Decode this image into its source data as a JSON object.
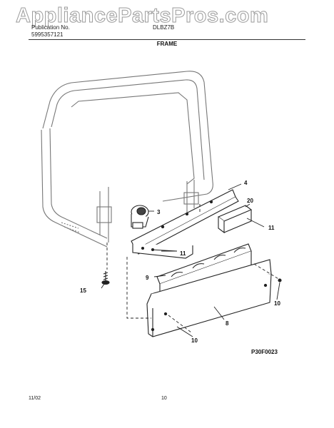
{
  "watermark": "AppliancePartsPros.com",
  "header": {
    "publication_label": "Publication No.",
    "publication_number": "5995357121",
    "model": "DLBZ7B",
    "section_title": "FRAME"
  },
  "callouts": {
    "c3": "3",
    "c4": "4",
    "c20": "20",
    "c11a": "11",
    "c11b": "11",
    "c9": "9",
    "c15": "15",
    "c10a": "10",
    "c8": "8",
    "c10b": "10"
  },
  "figure_code": "P30F0023",
  "footer": {
    "date": "11/02",
    "page": "10"
  }
}
